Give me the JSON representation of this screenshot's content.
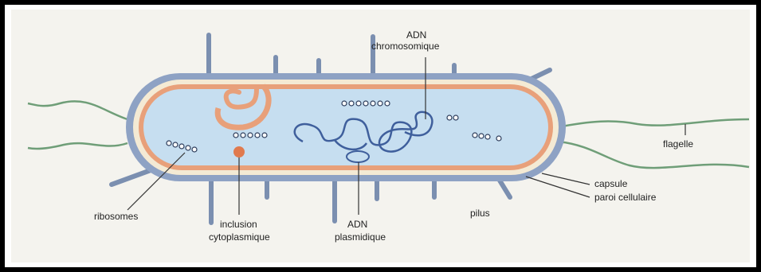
{
  "labels": {
    "adn_chromosomique_1": "ADN",
    "adn_chromosomique_2": "chromosomique",
    "flagelle": "flagelle",
    "capsule": "capsule",
    "paroi_cellulaire": "paroi cellulaire",
    "pilus": "pilus",
    "ribosomes": "ribosomes",
    "inclusion_1": "inclusion",
    "inclusion_2": "cytoplasmique",
    "adn_plasmidique_1": "ADN",
    "adn_plasmidique_2": "plasmidique"
  },
  "colors": {
    "background": "#f4f3ee",
    "capsule": "#8ea2c4",
    "cell_wall": "#f4ead4",
    "membrane": "#e8a07a",
    "cytoplasm": "#c6def0",
    "flagellum": "#6f9e78",
    "dna": "#3f5f9c",
    "inclusion": "#e07a4e",
    "pili": "#7b8fb0"
  }
}
